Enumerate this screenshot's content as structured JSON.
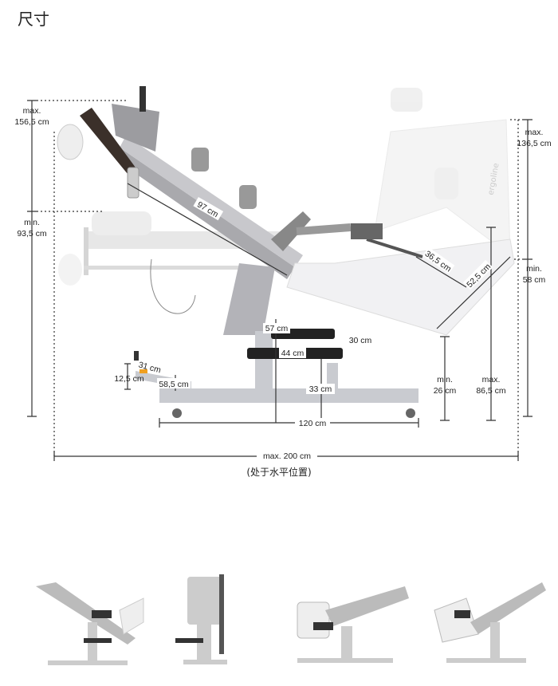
{
  "header": {
    "title": "尺寸"
  },
  "diagram": {
    "brand": "ergoline",
    "labels": {
      "max_height_head": [
        "max.",
        "156,5 cm"
      ],
      "min_height_head": [
        "min.",
        "93,5 cm"
      ],
      "max_height_cycle": [
        "max.",
        "136,5 cm"
      ],
      "min_height_cycle": [
        "min.",
        "58 cm"
      ],
      "board_length": "97 cm",
      "crank": "36,5 cm",
      "cycle_width": "52,5 cm",
      "min_26": [
        "min.",
        "26 cm"
      ],
      "max_86": [
        "max.",
        "86,5 cm"
      ],
      "step_57": "57 cm",
      "step_44": "44 cm",
      "step_30": "30 cm",
      "step_33": "33 cm",
      "base_120": "120 cm",
      "foot_31": "31 cm",
      "foot_12": "12,5 cm",
      "foot_58": "58,5 cm",
      "total_length": "max. 200 cm"
    },
    "note": "(处于水平位置)"
  },
  "thumbnails": [
    "view-1",
    "view-2",
    "view-3",
    "view-4"
  ]
}
